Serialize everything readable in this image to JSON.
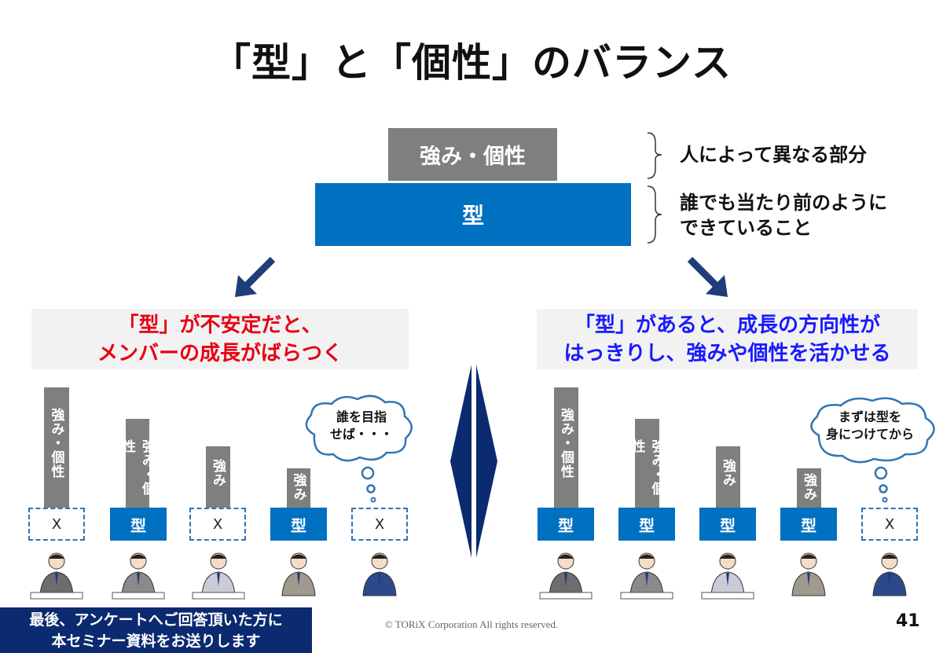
{
  "title": "「型」と「個性」のバランス",
  "pyramid": {
    "top_label": "強み・個性",
    "base_label": "型"
  },
  "notes": {
    "top": "人によって異なる部分",
    "base_line1": "誰でも当たり前のように",
    "base_line2": "できていること"
  },
  "left_panel": {
    "line1": "「型」が不安定だと、",
    "line2": "メンバーの成長がばらつく",
    "color": "#e60012",
    "bars": [
      "強み・個性",
      "強み・個性",
      "強み",
      "強み"
    ],
    "boxes": [
      "X",
      "型",
      "X",
      "型",
      "X"
    ],
    "cloud_line1": "誰を目指",
    "cloud_line2": "せば・・・"
  },
  "right_panel": {
    "line1": "「型」があると、成長の方向性が",
    "line2": "はっきりし、強みや個性を活かせる",
    "color": "#1a1aff",
    "bars": [
      "強み・個性",
      "強み・個性",
      "強み",
      "強み"
    ],
    "boxes": [
      "型",
      "型",
      "型",
      "型",
      "X"
    ],
    "cloud_line1": "まずは型を",
    "cloud_line2": "身につけてから"
  },
  "footer": {
    "banner_line1": "最後、アンケートへご回答頂いた方に",
    "banner_line2": "本セミナー資料をお送りします",
    "copyright": "© TORiX Corporation All rights reserved.",
    "page_number": "41"
  }
}
